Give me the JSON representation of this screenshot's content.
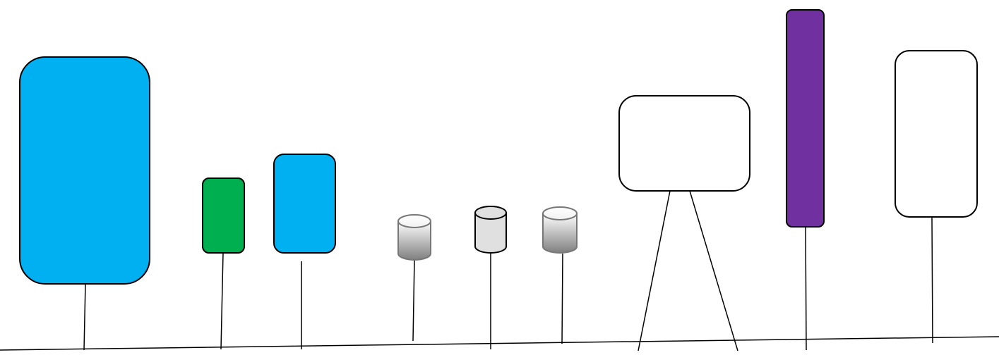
{
  "diagram": {
    "colors": {
      "background": "#ffffff",
      "stroke": "#000000",
      "blue": "#00b0f0",
      "green": "#00b050",
      "purple": "#7030a0",
      "white": "#ffffff",
      "light_gray": "#e0e0e0",
      "cylinder_gradient_top": "#ffffff",
      "cylinder_gradient_bottom": "#808080"
    },
    "nodes": [
      {
        "id": "large-blue-box",
        "shape": "rounded-rect",
        "fill": "blue"
      },
      {
        "id": "green-box",
        "shape": "rounded-rect",
        "fill": "green"
      },
      {
        "id": "small-blue-box",
        "shape": "rounded-rect",
        "fill": "blue"
      },
      {
        "id": "cylinder-1",
        "shape": "cylinder",
        "fill": "gradient"
      },
      {
        "id": "cylinder-2",
        "shape": "cylinder",
        "fill": "light_gray"
      },
      {
        "id": "cylinder-3",
        "shape": "cylinder",
        "fill": "gradient"
      },
      {
        "id": "wide-white-box",
        "shape": "rounded-rect",
        "fill": "white"
      },
      {
        "id": "purple-bar",
        "shape": "rounded-rect",
        "fill": "purple"
      },
      {
        "id": "tall-white-box",
        "shape": "rounded-rect",
        "fill": "white"
      }
    ],
    "connectors": [
      {
        "from": "large-blue-box",
        "to": "baseline"
      },
      {
        "from": "green-box",
        "to": "baseline"
      },
      {
        "from": "small-blue-box",
        "to": "baseline"
      },
      {
        "from": "cylinder-1",
        "to": "baseline"
      },
      {
        "from": "cylinder-2",
        "to": "baseline"
      },
      {
        "from": "cylinder-3",
        "to": "baseline"
      },
      {
        "from": "wide-white-box",
        "to": "baseline",
        "branch": "left"
      },
      {
        "from": "wide-white-box",
        "to": "baseline",
        "branch": "right"
      },
      {
        "from": "purple-bar",
        "to": "baseline"
      },
      {
        "from": "tall-white-box",
        "to": "baseline"
      }
    ]
  }
}
